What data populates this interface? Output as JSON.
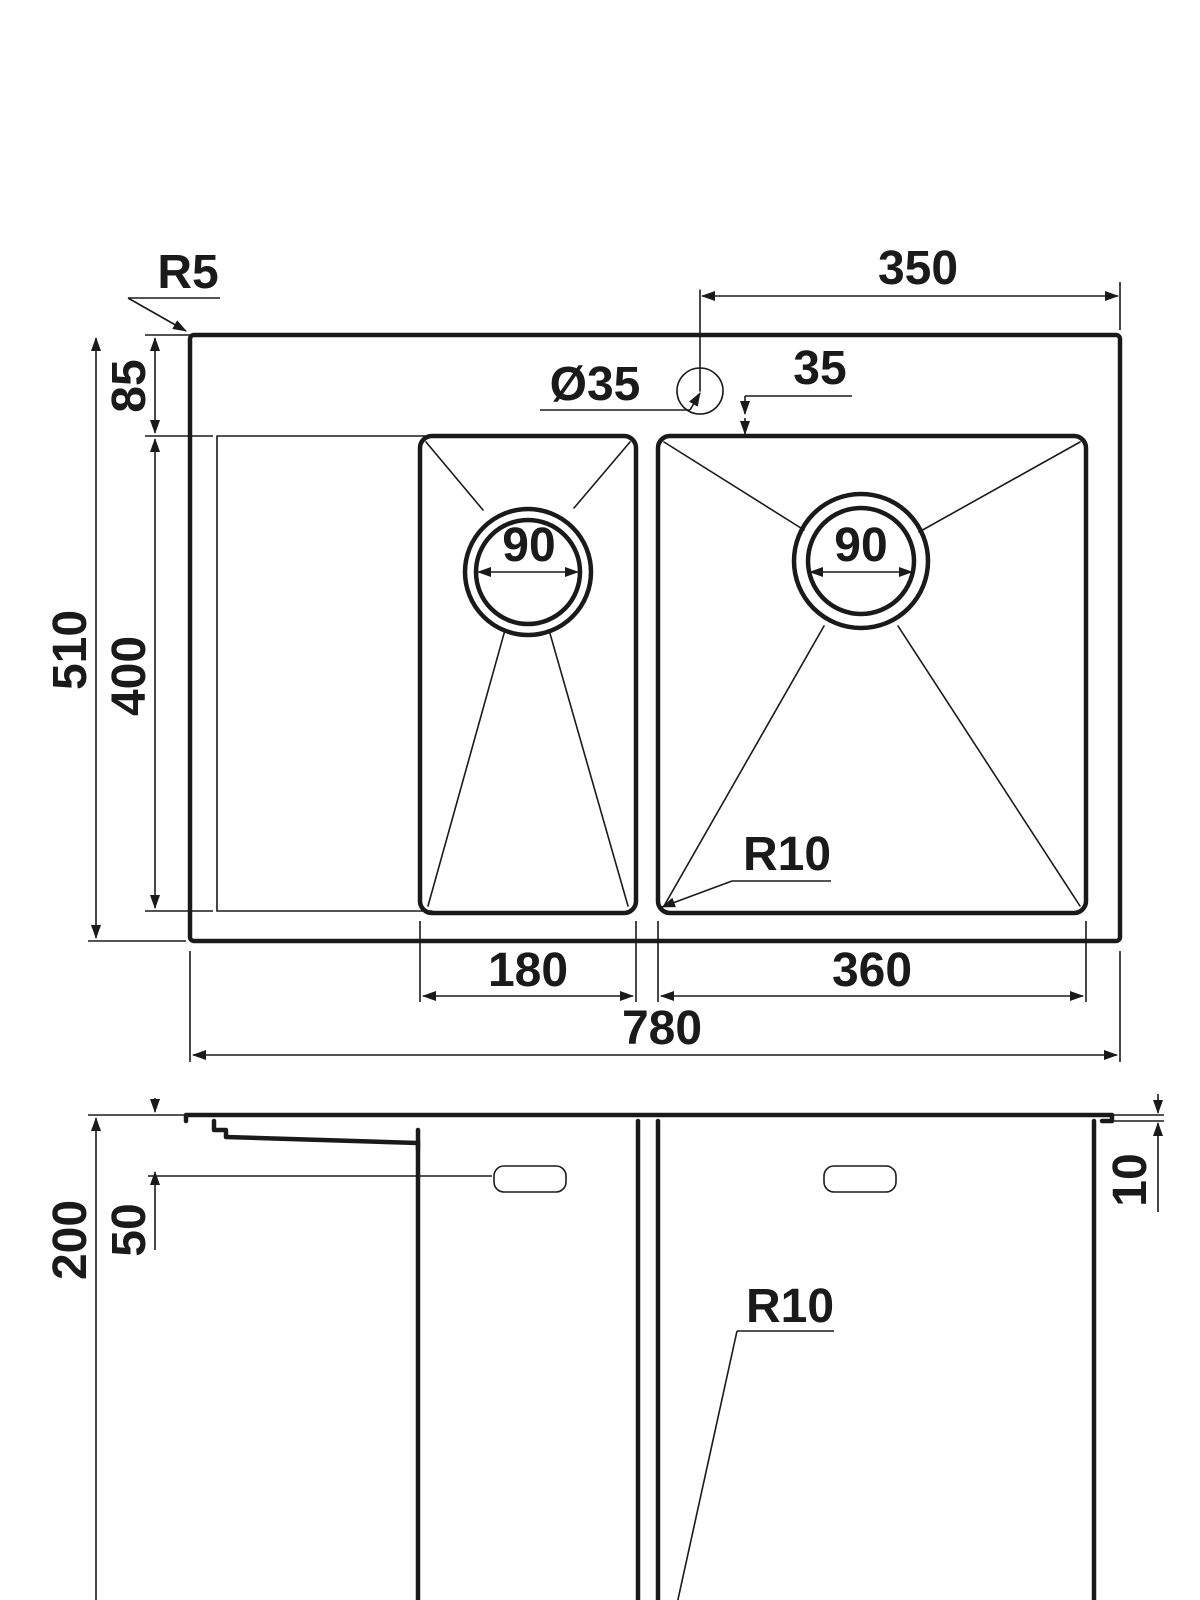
{
  "dimensions": {
    "corner_radius_top": "R5",
    "tap_hole_offset": "350",
    "tap_hole_diameter": "Ø35",
    "tap_hole_to_bowl": "35",
    "top_margin": "85",
    "overall_depth": "510",
    "bowl_depth": "400",
    "small_drain": "90",
    "large_drain": "90",
    "inner_radius_top": "R10",
    "small_bowl_width": "180",
    "large_bowl_width": "360",
    "overall_width": "780",
    "side_depth_total": "200",
    "overflow_height": "50",
    "flange_thickness": "10",
    "inner_radius_side": "R10"
  },
  "colors": {
    "line": "#1a1a1a",
    "background": "#ffffff"
  }
}
